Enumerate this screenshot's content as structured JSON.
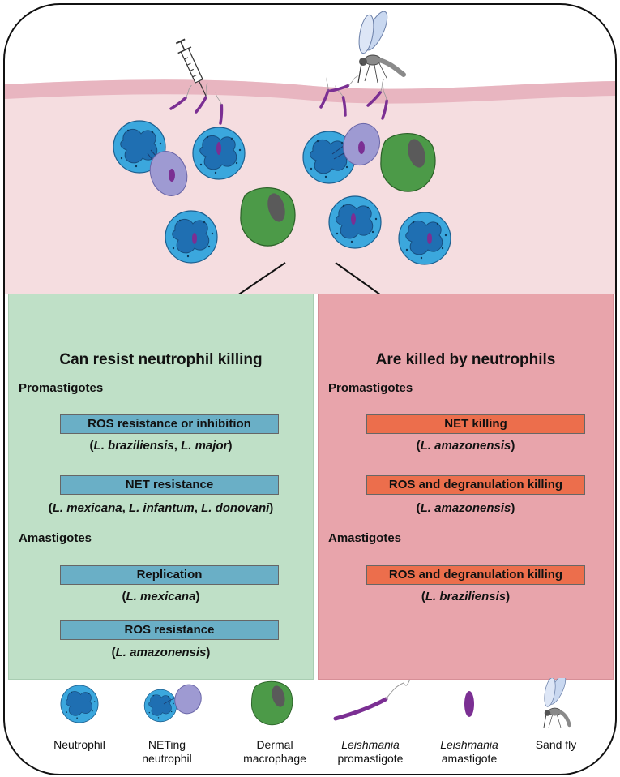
{
  "left": {
    "title": "Can resist neutrophil killing",
    "promastigotes_heading": "Promastigotes",
    "amastigotes_heading": "Amastigotes",
    "items": [
      {
        "label": "ROS resistance or inhibition",
        "species": [
          "L. braziliensis",
          "L. major"
        ]
      },
      {
        "label": "NET resistance",
        "species": [
          "L. mexicana",
          "L. infantum",
          "L. donovani"
        ]
      },
      {
        "label": "Replication",
        "species": [
          "L. mexicana"
        ]
      },
      {
        "label": "ROS resistance",
        "species": [
          "L. amazonensis"
        ]
      }
    ]
  },
  "right": {
    "title": "Are killed by neutrophils",
    "promastigotes_heading": "Promastigotes",
    "amastigotes_heading": "Amastigotes",
    "items": [
      {
        "label": "NET killing",
        "species": [
          "L. amazonensis"
        ]
      },
      {
        "label": "ROS and degranulation killing",
        "species": [
          "L. amazonensis"
        ]
      },
      {
        "label": "ROS and degranulation killing",
        "species": [
          "L. braziliensis"
        ]
      }
    ]
  },
  "legend": {
    "neutrophil": [
      "Neutrophil"
    ],
    "neting_neutrophil": [
      "NETing",
      "neutrophil"
    ],
    "dermal_macrophage": [
      "Dermal",
      "macrophage"
    ],
    "promastigote": [
      "Leishmania",
      "promastigote"
    ],
    "amastigote": [
      "Leishmania",
      "amastigote"
    ],
    "sand_fly": [
      "Sand fly"
    ]
  },
  "colors": {
    "skin": "#f5dde0",
    "skin_top": "#e8b5c0",
    "neutrophil": "#3ba7dd",
    "neutrophil_nucleus": "#1f6fb2",
    "macrophage": "#4c9a48",
    "macrophage_nucleus": "#5a5a5a",
    "parasite": "#7b2f93",
    "net_cell": "#9e9ad2",
    "resist_panel": "#bfe0c7",
    "killed_panel": "#e8a4ab",
    "resist_box": "#6aafc6",
    "killed_box": "#ec6e4c"
  }
}
